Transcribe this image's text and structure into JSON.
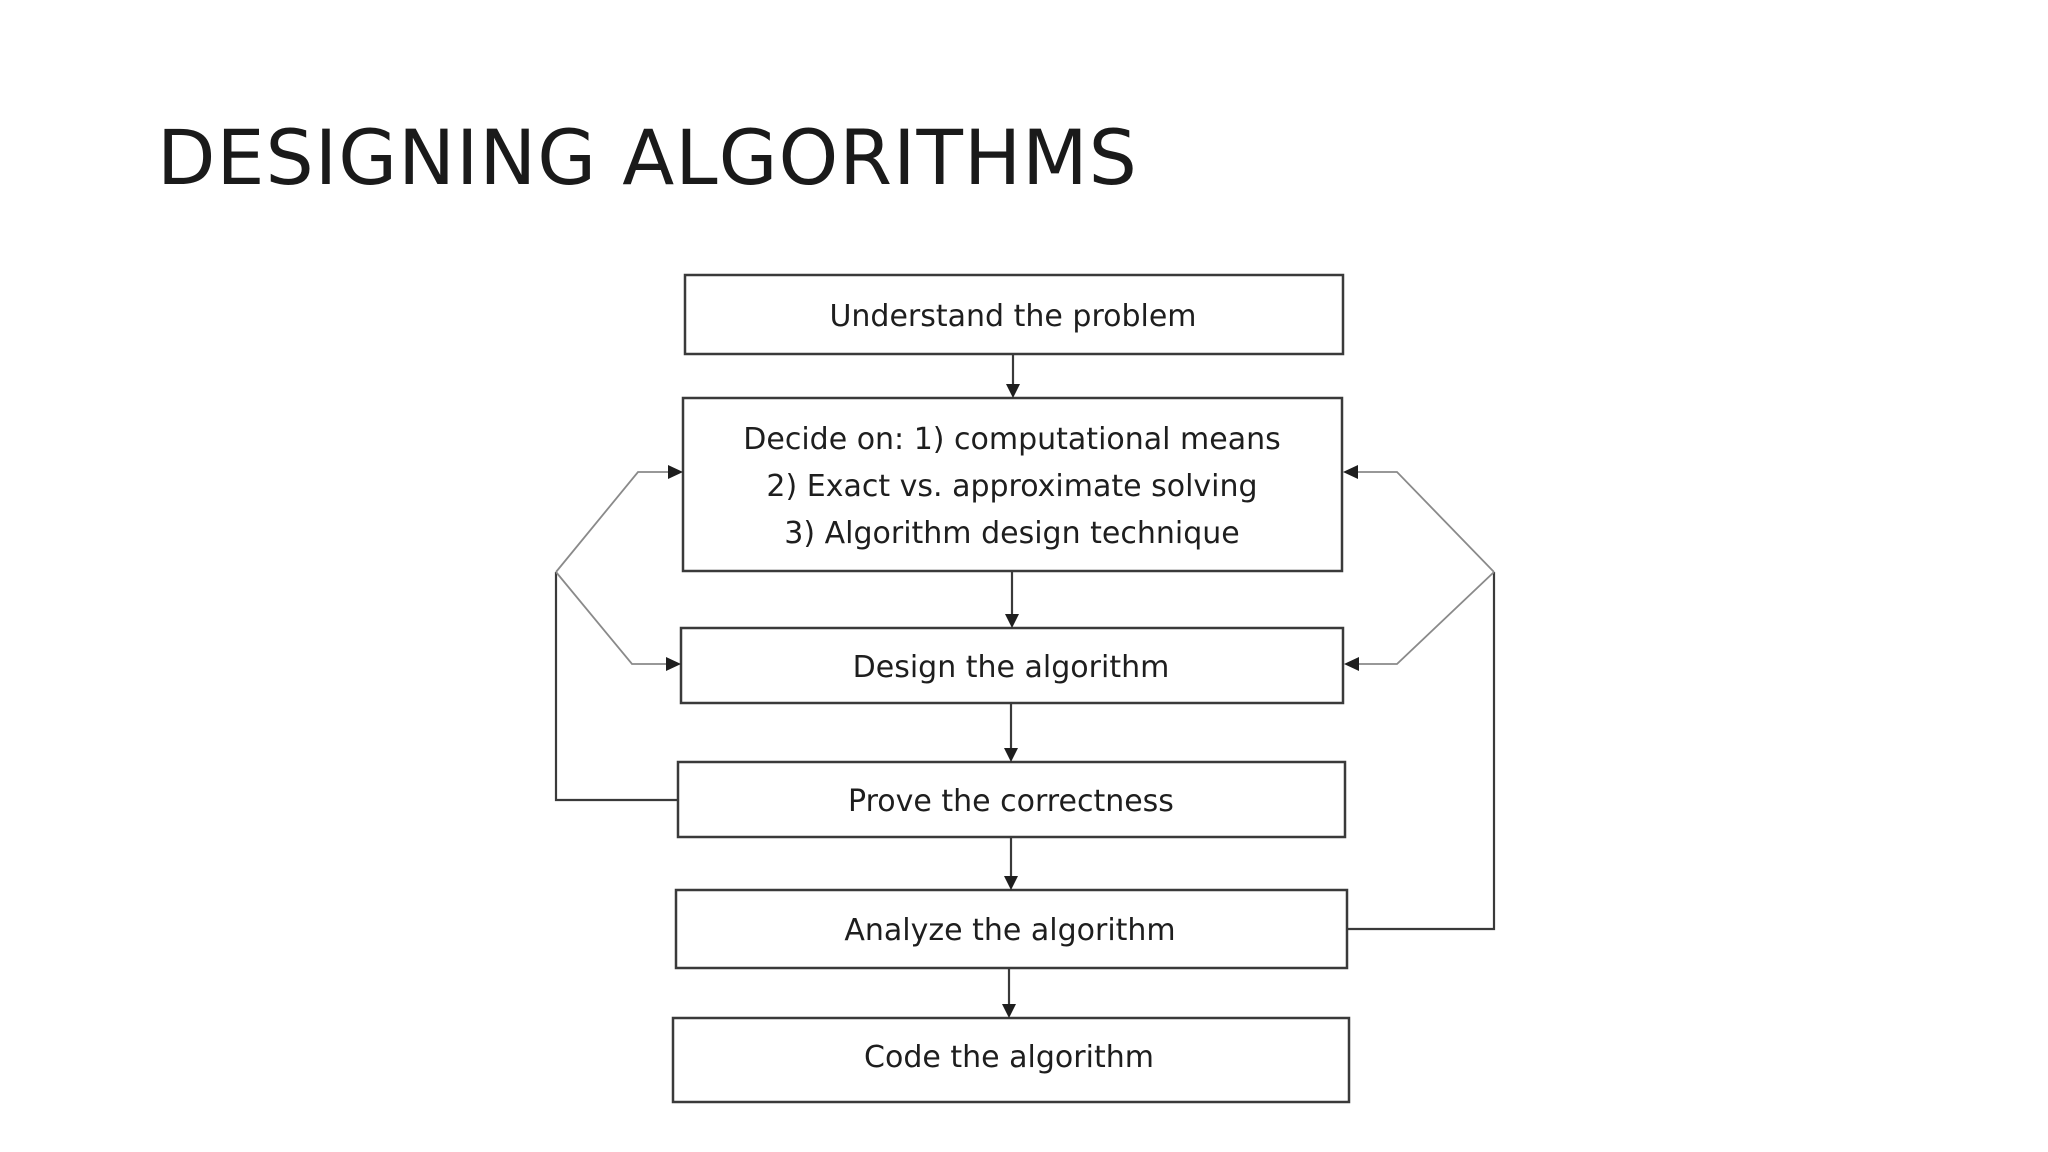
{
  "slide": {
    "title": "DESIGNING ALGORITHMS"
  },
  "flowchart": {
    "steps": [
      {
        "id": "understand",
        "lines": [
          "Understand the problem"
        ]
      },
      {
        "id": "decide",
        "lines": [
          "Decide on: 1) computational means",
          "2) Exact vs. approximate solving",
          "3) Algorithm design technique"
        ]
      },
      {
        "id": "design",
        "lines": [
          "Design the algorithm"
        ]
      },
      {
        "id": "prove",
        "lines": [
          "Prove the correctness"
        ]
      },
      {
        "id": "analyze",
        "lines": [
          "Analyze the algorithm"
        ]
      },
      {
        "id": "code",
        "lines": [
          "Code the algorithm"
        ]
      }
    ]
  },
  "colors": {
    "stroke": "#3a3a3a",
    "text": "#1e1e1e",
    "background": "#ffffff"
  }
}
